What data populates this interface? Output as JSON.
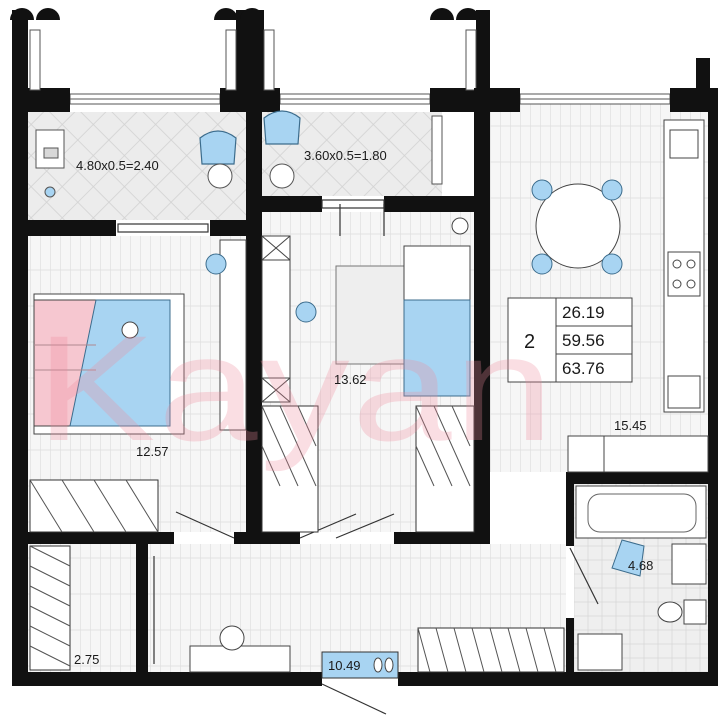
{
  "balconies": [
    {
      "id": "left",
      "label": "4.80x0.5=2.40"
    },
    {
      "id": "middle",
      "label": "3.60x0.5=1.80"
    }
  ],
  "rooms": [
    {
      "id": "bedroom-left",
      "area": "12.57"
    },
    {
      "id": "bedroom-middle",
      "area": "13.62"
    },
    {
      "id": "kitchen-living",
      "area": "15.45"
    },
    {
      "id": "bathroom",
      "area": "4.68"
    },
    {
      "id": "storage",
      "area": "2.75"
    },
    {
      "id": "hallway",
      "area": "10.49"
    }
  ],
  "summary": {
    "room_count": "2",
    "living_area": "26.19",
    "total_area": "59.56",
    "total_with_balconies": "63.76"
  },
  "watermark": "Kayan",
  "colors": {
    "wall": "#111111",
    "floor": "#f4f4f4",
    "tile": "#e8e8e8",
    "furniture_blue": "#a8d4f2",
    "bed_pink": "#f6c7d0",
    "watermark": "#f08a9c"
  }
}
